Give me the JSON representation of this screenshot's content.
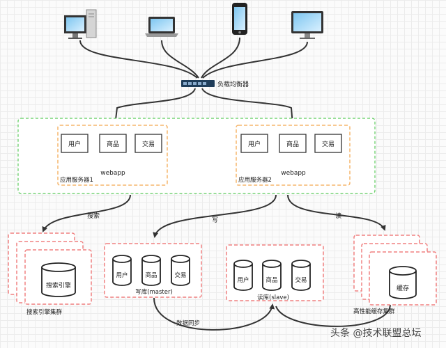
{
  "load_balancer": {
    "label": "负载均衡器"
  },
  "app_servers": [
    {
      "name": "应用服务器1",
      "webapp": "webapp",
      "modules": [
        "用户",
        "商品",
        "交易"
      ]
    },
    {
      "name": "应用服务器2",
      "webapp": "webapp",
      "modules": [
        "用户",
        "商品",
        "交易"
      ]
    }
  ],
  "edges": {
    "search": "搜索",
    "write": "写",
    "read": "读",
    "sync": "数据同步"
  },
  "search": {
    "engine": "搜索引擎",
    "cluster": "搜索引擎集群"
  },
  "master": {
    "dbs": [
      "用户",
      "商品",
      "交易"
    ],
    "label": "写库(master)"
  },
  "slave": {
    "dbs": [
      "用户",
      "商品",
      "交易"
    ],
    "label": "读库(slave)"
  },
  "cache": {
    "item": "缓存",
    "cluster": "高性能缓存集群"
  },
  "watermark": "头条 @技术联盟总坛"
}
